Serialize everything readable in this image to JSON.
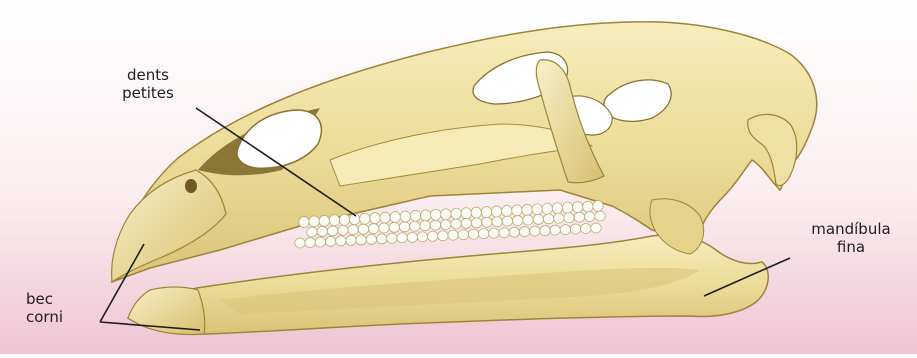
{
  "labels": {
    "dents": {
      "line1": "dents",
      "line2": "petites"
    },
    "bec": {
      "line1": "bec",
      "line2": "corni"
    },
    "mandibula": {
      "line1": "mandíbula",
      "line2": "fina"
    }
  },
  "colors": {
    "background_top": "#ffffff",
    "background_bottom": "#f0c9d6",
    "bone": "#efe1a3",
    "bone_light": "#f8efc4",
    "bone_shadow": "#b99f4c",
    "bone_dark": "#6e5a22",
    "teeth": "#fbfbf6",
    "leader_line": "#1e1e1e"
  }
}
